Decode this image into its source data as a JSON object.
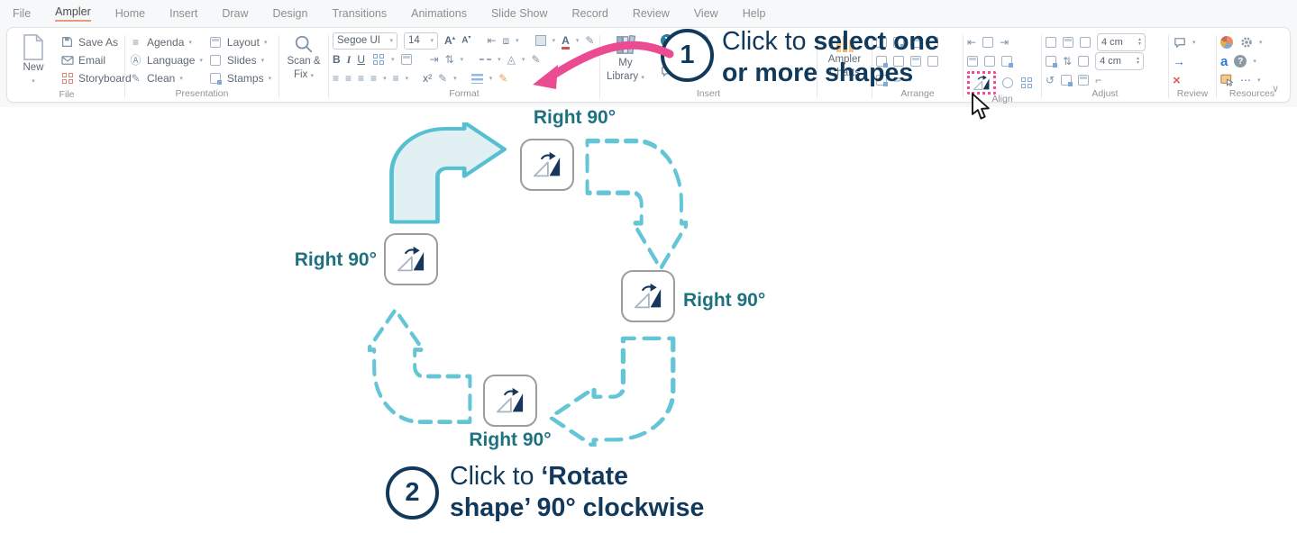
{
  "menu": {
    "items": [
      "File",
      "Ampler",
      "Home",
      "Insert",
      "Draw",
      "Design",
      "Transitions",
      "Animations",
      "Slide Show",
      "Record",
      "Review",
      "View",
      "Help"
    ]
  },
  "ribbon": {
    "file": {
      "new_label": "New",
      "save_as": "Save As",
      "email": "Email",
      "storyboard": "Storyboard",
      "label": "File"
    },
    "presentation": {
      "agenda": "Agenda",
      "language": "Language",
      "clean": "Clean",
      "layout": "Layout",
      "slides": "Slides",
      "stamps": "Stamps",
      "label": "Presentation"
    },
    "scan_fix": {
      "line1": "Scan &",
      "line2": "Fix"
    },
    "format": {
      "font_name": "Segoe UI",
      "font_size": "14",
      "bold": "B",
      "italic": "I",
      "underline": "U",
      "superscript": "x²",
      "grow": "A",
      "shrink": "A",
      "label": "Format"
    },
    "insert": {
      "my_library_1": "My",
      "my_library_2": "Library",
      "label": "Insert"
    },
    "ampler_charts": {
      "line1": "Ampler",
      "line2": "Charts"
    },
    "arrange": {
      "label": "Arrange"
    },
    "align": {
      "label": "Align"
    },
    "adjust": {
      "width_value": "4 cm",
      "height_value": "4 cm",
      "label": "Adjust"
    },
    "review": {
      "label": "Review"
    },
    "resources": {
      "label": "Resources",
      "logo": "a",
      "help": "?"
    }
  },
  "icons": {
    "dropdown": "▾",
    "spin_up": "▴",
    "spin_down": "▾",
    "collapse": "∨",
    "lines": "≡",
    "indent_left": "⇤",
    "indent_right": "⇥",
    "line_spacing": "⇅",
    "pencil": "✎",
    "language_a": "Ⓐ",
    "arrow_right": "→",
    "close_x": "×",
    "ellipsis": "⋯",
    "chev_right": "❯",
    "letter_a": "A",
    "wand": "✏"
  },
  "canvas": {
    "rotate_label": "Right 90°"
  },
  "steps": {
    "one": {
      "number": "1",
      "prefix": "Click to ",
      "bold_line1": "select one",
      "bold_line2": "or more shapes"
    },
    "two": {
      "number": "2",
      "prefix": "Click to ",
      "bold_line1": "‘Rotate",
      "bold_line2": "shape’ 90° clockwise"
    }
  },
  "colors": {
    "solid_arrow_fill": "#e1f1f3",
    "arrow_stroke": "#56c0d2",
    "dashed_stroke": "#64c5d7",
    "label_teal": "#1e7280",
    "navy": "#12395c",
    "pink": "#eb4b90",
    "tab_underline": "#e79a82"
  }
}
